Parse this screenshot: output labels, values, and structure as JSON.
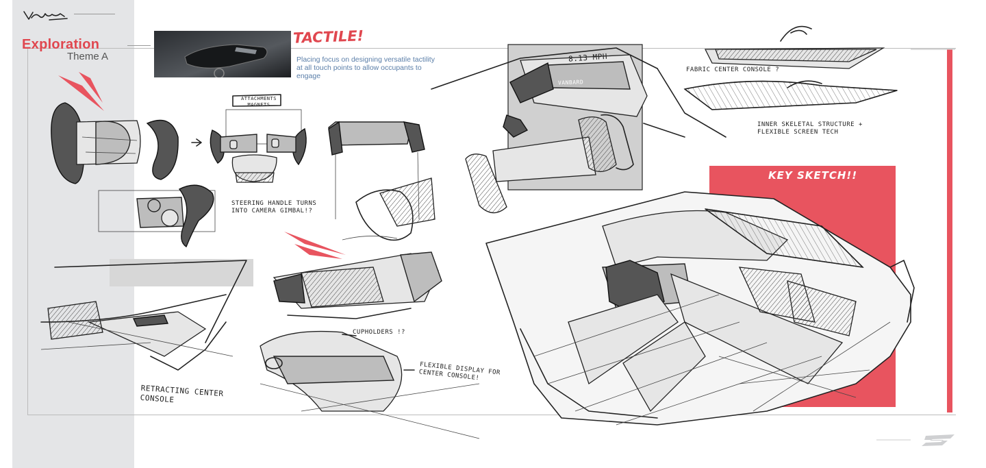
{
  "header": {
    "logo_icon": "vanbard-signature-logo",
    "title": "Exploration",
    "subtitle": "Theme A"
  },
  "tactile": {
    "heading": "TACTILE!",
    "description": "Placing focus on designing versatile tactility at all touch points to allow occupants to engage"
  },
  "annotations": {
    "attachments": "ATTACHMENTS MAGNETS",
    "steering": "STEERING HANDLE TURNS INTO CAMERA GIMBAL!?",
    "fabric": "FABRIC CENTER CONSOLE ?",
    "inner": "INNER SKELETAL STRUCTURE + FLEXIBLE SCREEN TECH",
    "speed": "8.13 mph",
    "brand": "VANBARD",
    "cupholders": "CUPHOLDERS !?",
    "flexible": "FLEXIBLE DISPLAY FOR CENTER CONSOLE!",
    "retracting": "RETRACTING CENTER CONSOLE"
  },
  "key_sketch": {
    "label": "KEY SKETCH!!"
  },
  "footer": {
    "logo_icon": "brand-s-logo"
  },
  "colors": {
    "accent_red": "#e8545f",
    "panel_grey": "#e4e5e7",
    "blurb_blue": "#5a7ea8"
  }
}
